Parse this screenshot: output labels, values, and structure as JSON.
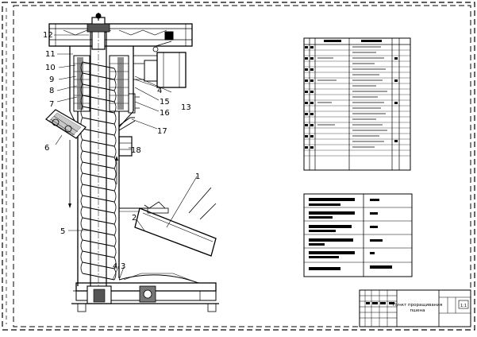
{
  "drawing": {
    "callouts": {
      "c1": "1",
      "c2": "2",
      "c3": "3",
      "c4a": "4",
      "c4b": "4",
      "c5": "5",
      "c6": "6",
      "c7": "7",
      "c8": "8",
      "c9": "9",
      "c10": "10",
      "c11": "11",
      "c12": "12",
      "c13": "13",
      "c15": "15",
      "c16": "16",
      "c17": "17",
      "c18": "18"
    }
  },
  "title_block": {
    "title_line1": "Пункт проращивания",
    "title_line2": "пшена",
    "sheet_no": "1:1"
  },
  "colors": {
    "ink": "#000000",
    "paper": "#ffffff"
  }
}
